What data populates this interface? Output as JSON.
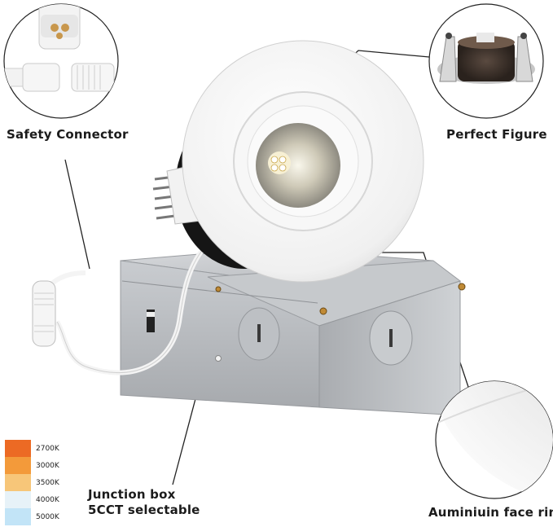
{
  "callouts": {
    "safety": "Safety Connector",
    "figure": "Perfect Figure",
    "junction_line1": "Junction box",
    "junction_line2": "5CCT selectable",
    "ring": "Auminiuin face ring"
  },
  "cct_scale": [
    {
      "label": "2700K",
      "color": "#ec6a24"
    },
    {
      "label": "3000K",
      "color": "#f39a3a"
    },
    {
      "label": "3500K",
      "color": "#f7c679"
    },
    {
      "label": "4000K",
      "color": "#e7f2f8"
    },
    {
      "label": "5000K",
      "color": "#c2e4f7"
    }
  ],
  "colors": {
    "label_text": "#1b1b1b",
    "box_metal": "#b9bcc0",
    "trim_white": "#f6f6f6"
  }
}
